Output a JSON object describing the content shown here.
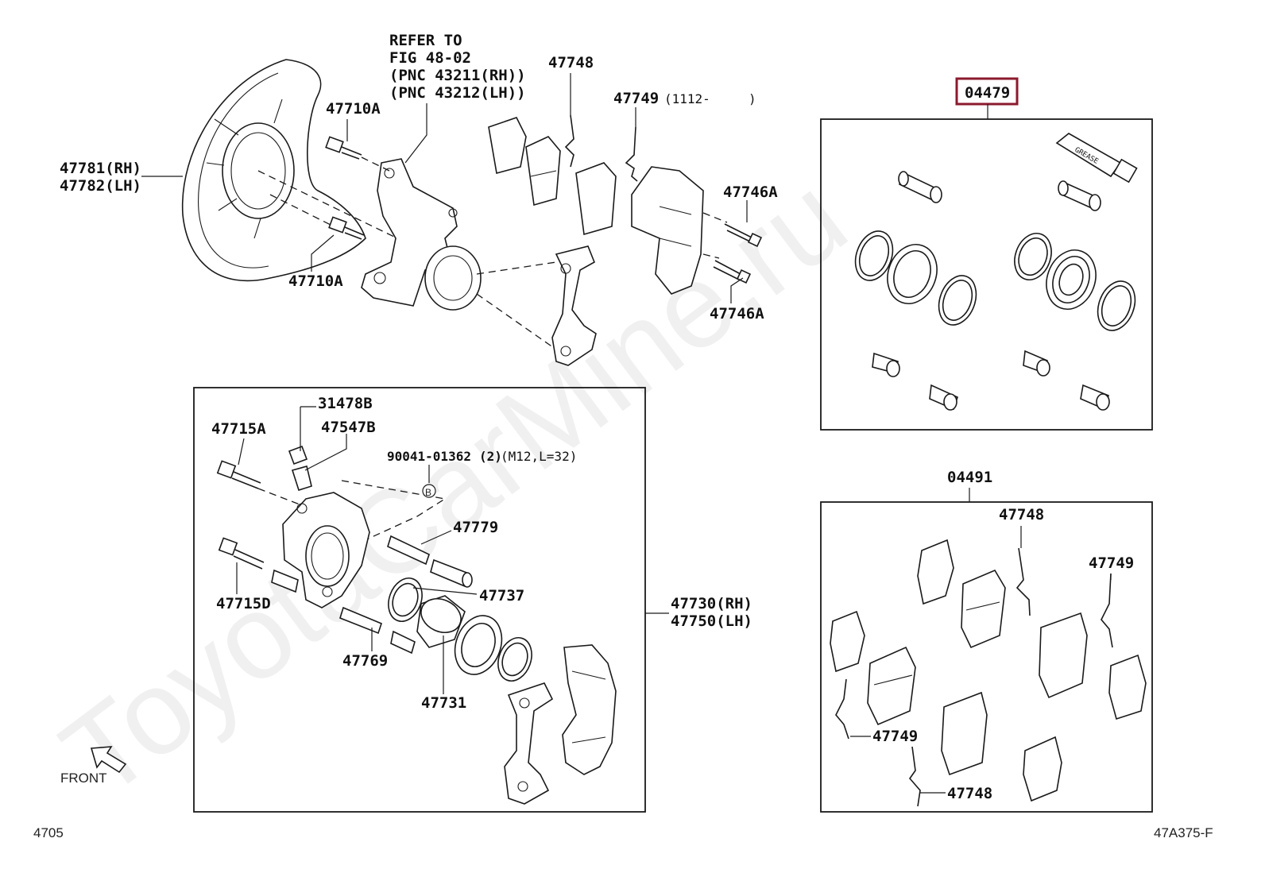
{
  "watermark": "ToyotaCarMine.ru",
  "labels": {
    "refer_line1": "REFER TO",
    "refer_line2": "FIG 48-02",
    "refer_line3": "(PNC 43211(RH))",
    "refer_line4": "(PNC 43212(LH))",
    "p47781": "47781(RH)",
    "p47782": "47782(LH)",
    "p47710a_top": "47710A",
    "p47710a_bottom": "47710A",
    "p47748_top": "47748",
    "p47749_top": "47749",
    "p47749_top_note": "(1112-     )",
    "p47746a_top": "47746A",
    "p47746a_bottom": "47746A",
    "p04479": "04479",
    "p04491": "04491",
    "p31478b": "31478B",
    "p47715a": "47715A",
    "p47547b": "47547B",
    "p90041": "90041-01362",
    "p90041_qty": "(2)",
    "p90041_note": "(M12,L=32)",
    "marker_b": "B",
    "p47779": "47779",
    "p47737": "47737",
    "p47715d": "47715D",
    "p47769": "47769",
    "p47731": "47731",
    "p47730": "47730(RH)",
    "p47750": "47750(LH)",
    "p47748_kit_top": "47748",
    "p47749_kit_right": "47749",
    "p47749_kit_left": "47749",
    "p47748_kit_bottom": "47748",
    "front": "FRONT",
    "figure_no": "4705",
    "drawing_ref": "47A375-F"
  },
  "grease_label": "GREASE",
  "colors": {
    "highlight_box": "#8b1a2e",
    "line": "#1a1a1a"
  }
}
